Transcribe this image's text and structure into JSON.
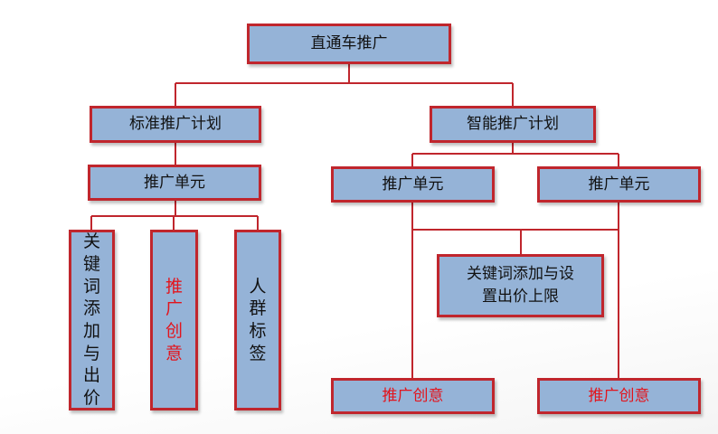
{
  "diagram": {
    "root": {
      "label": "直通车推广"
    },
    "standard_plan": {
      "label": "标准推广计划"
    },
    "smart_plan": {
      "label": "智能推广计划"
    },
    "standard_unit": {
      "label": "推广单元"
    },
    "smart_unit_left": {
      "label": "推广单元"
    },
    "smart_unit_right": {
      "label": "推广单元"
    },
    "keyword_bid": {
      "label": "关键词添加与出价"
    },
    "creative_vertical": {
      "label": "推广创意"
    },
    "crowd_tags": {
      "label": "人群标签"
    },
    "keyword_bid_limit": {
      "label": "关键词添加与设置出价上限"
    },
    "creative_left": {
      "label": "推广创意"
    },
    "creative_right": {
      "label": "推广创意"
    }
  },
  "colors": {
    "node_fill": "#95b3d7",
    "node_border": "#c0262d",
    "connector": "#c0262d",
    "highlight_text": "#e3141c",
    "default_text": "#111111"
  }
}
